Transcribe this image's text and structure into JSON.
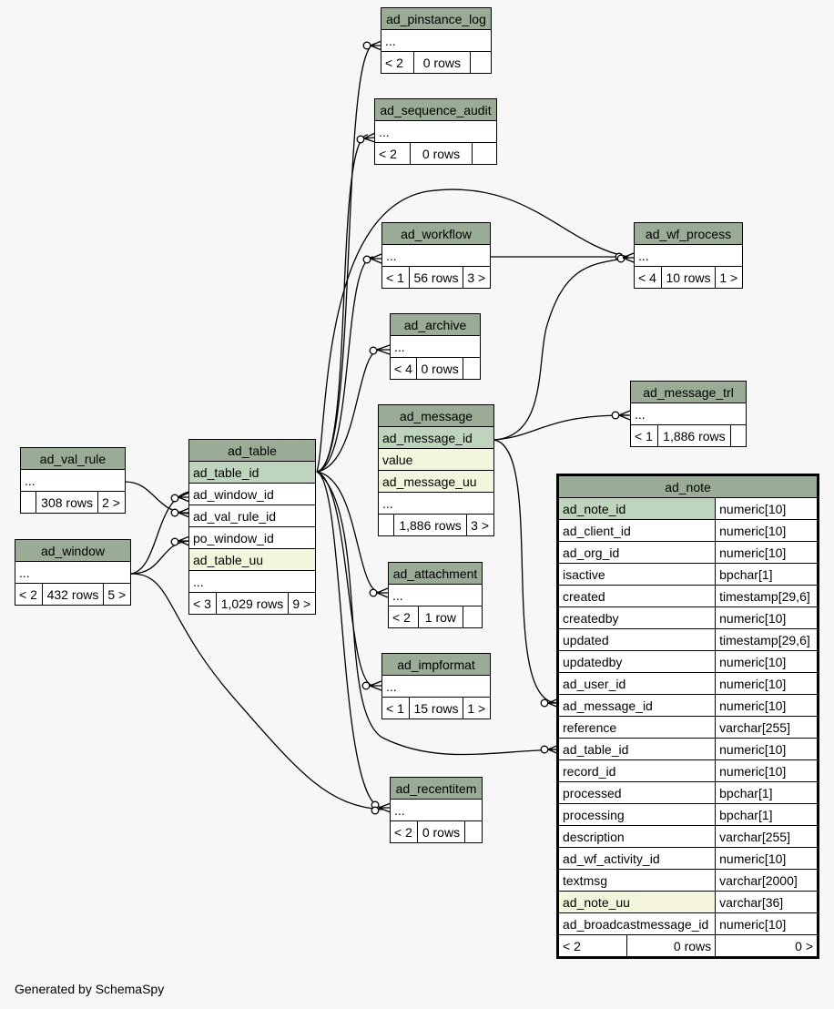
{
  "footer": "Generated by SchemaSpy",
  "tables": {
    "ad_pinstance_log": {
      "name": "ad_pinstance_log",
      "dots": "...",
      "parents": "< 2",
      "rows": "0 rows",
      "children": ""
    },
    "ad_sequence_audit": {
      "name": "ad_sequence_audit",
      "dots": "...",
      "parents": "< 2",
      "rows": "0 rows",
      "children": ""
    },
    "ad_workflow": {
      "name": "ad_workflow",
      "dots": "...",
      "parents": "< 1",
      "rows": "56 rows",
      "children": "3 >"
    },
    "ad_wf_process": {
      "name": "ad_wf_process",
      "dots": "...",
      "parents": "< 4",
      "rows": "10 rows",
      "children": "1 >"
    },
    "ad_archive": {
      "name": "ad_archive",
      "dots": "...",
      "parents": "< 4",
      "rows": "0 rows",
      "children": ""
    },
    "ad_message_trl": {
      "name": "ad_message_trl",
      "dots": "...",
      "parents": "< 1",
      "rows": "1,886 rows",
      "children": ""
    },
    "ad_message": {
      "name": "ad_message",
      "cols": [
        "ad_message_id",
        "value",
        "ad_message_uu"
      ],
      "dots": "...",
      "parents": "",
      "rows": "1,886 rows",
      "children": "3 >"
    },
    "ad_val_rule": {
      "name": "ad_val_rule",
      "dots": "...",
      "parents": "",
      "rows": "308 rows",
      "children": "2 >"
    },
    "ad_window": {
      "name": "ad_window",
      "dots": "...",
      "parents": "< 2",
      "rows": "432 rows",
      "children": "5 >"
    },
    "ad_table": {
      "name": "ad_table",
      "cols": [
        "ad_table_id",
        "ad_window_id",
        "ad_val_rule_id",
        "po_window_id",
        "ad_table_uu"
      ],
      "dots": "...",
      "parents": "< 3",
      "rows": "1,029 rows",
      "children": "9 >"
    },
    "ad_attachment": {
      "name": "ad_attachment",
      "dots": "...",
      "parents": "< 2",
      "rows": "1 row",
      "children": ""
    },
    "ad_impformat": {
      "name": "ad_impformat",
      "dots": "...",
      "parents": "< 1",
      "rows": "15 rows",
      "children": "1 >"
    },
    "ad_recentitem": {
      "name": "ad_recentitem",
      "dots": "...",
      "parents": "< 2",
      "rows": "0 rows",
      "children": ""
    },
    "ad_note": {
      "name": "ad_note",
      "columns": [
        {
          "name": "ad_note_id",
          "type": "numeric[10]"
        },
        {
          "name": "ad_client_id",
          "type": "numeric[10]"
        },
        {
          "name": "ad_org_id",
          "type": "numeric[10]"
        },
        {
          "name": "isactive",
          "type": "bpchar[1]"
        },
        {
          "name": "created",
          "type": "timestamp[29,6]"
        },
        {
          "name": "createdby",
          "type": "numeric[10]"
        },
        {
          "name": "updated",
          "type": "timestamp[29,6]"
        },
        {
          "name": "updatedby",
          "type": "numeric[10]"
        },
        {
          "name": "ad_user_id",
          "type": "numeric[10]"
        },
        {
          "name": "ad_message_id",
          "type": "numeric[10]"
        },
        {
          "name": "reference",
          "type": "varchar[255]"
        },
        {
          "name": "ad_table_id",
          "type": "numeric[10]"
        },
        {
          "name": "record_id",
          "type": "numeric[10]"
        },
        {
          "name": "processed",
          "type": "bpchar[1]"
        },
        {
          "name": "processing",
          "type": "bpchar[1]"
        },
        {
          "name": "description",
          "type": "varchar[255]"
        },
        {
          "name": "ad_wf_activity_id",
          "type": "numeric[10]"
        },
        {
          "name": "textmsg",
          "type": "varchar[2000]"
        },
        {
          "name": "ad_note_uu",
          "type": "varchar[36]"
        },
        {
          "name": "ad_broadcastmessage_id",
          "type": "numeric[10]"
        }
      ],
      "parents": "< 2",
      "rows": "0 rows",
      "children": "0 >"
    }
  }
}
